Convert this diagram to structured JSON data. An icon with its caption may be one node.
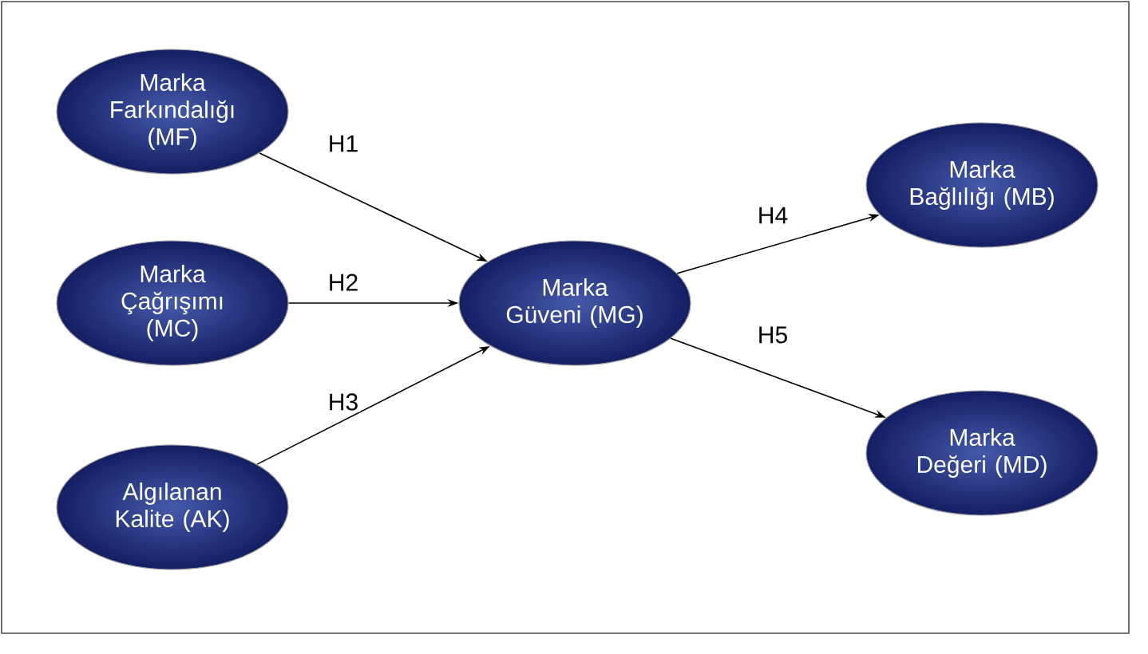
{
  "diagram": {
    "nodes": [
      {
        "text": [
          "Marka Farkındalığı (MF)"
        ]
      },
      {
        "text": [
          "Marka Çağrışımı (MC)"
        ]
      },
      {
        "text": [
          "Algılanan Kalite (AK)"
        ]
      },
      {
        "text": [
          "Marka Güveni (MG)"
        ]
      },
      {
        "text": [
          "Marka Bağlılığı (MB)"
        ]
      },
      {
        "text": [
          "Marka Değeri (MD)"
        ]
      }
    ],
    "edges": [
      {
        "from": 0,
        "to": 3,
        "arrow": "to",
        "label": "H1"
      },
      {
        "from": 1,
        "to": 3,
        "arrow": "to",
        "label": "H2"
      },
      {
        "from": 2,
        "to": 3,
        "arrow": "to",
        "label": "H3"
      },
      {
        "from": 3,
        "to": 4,
        "arrow": "to",
        "label": "H4"
      },
      {
        "from": 3,
        "to": 5,
        "arrow": "to",
        "label": "H5"
      }
    ]
  }
}
